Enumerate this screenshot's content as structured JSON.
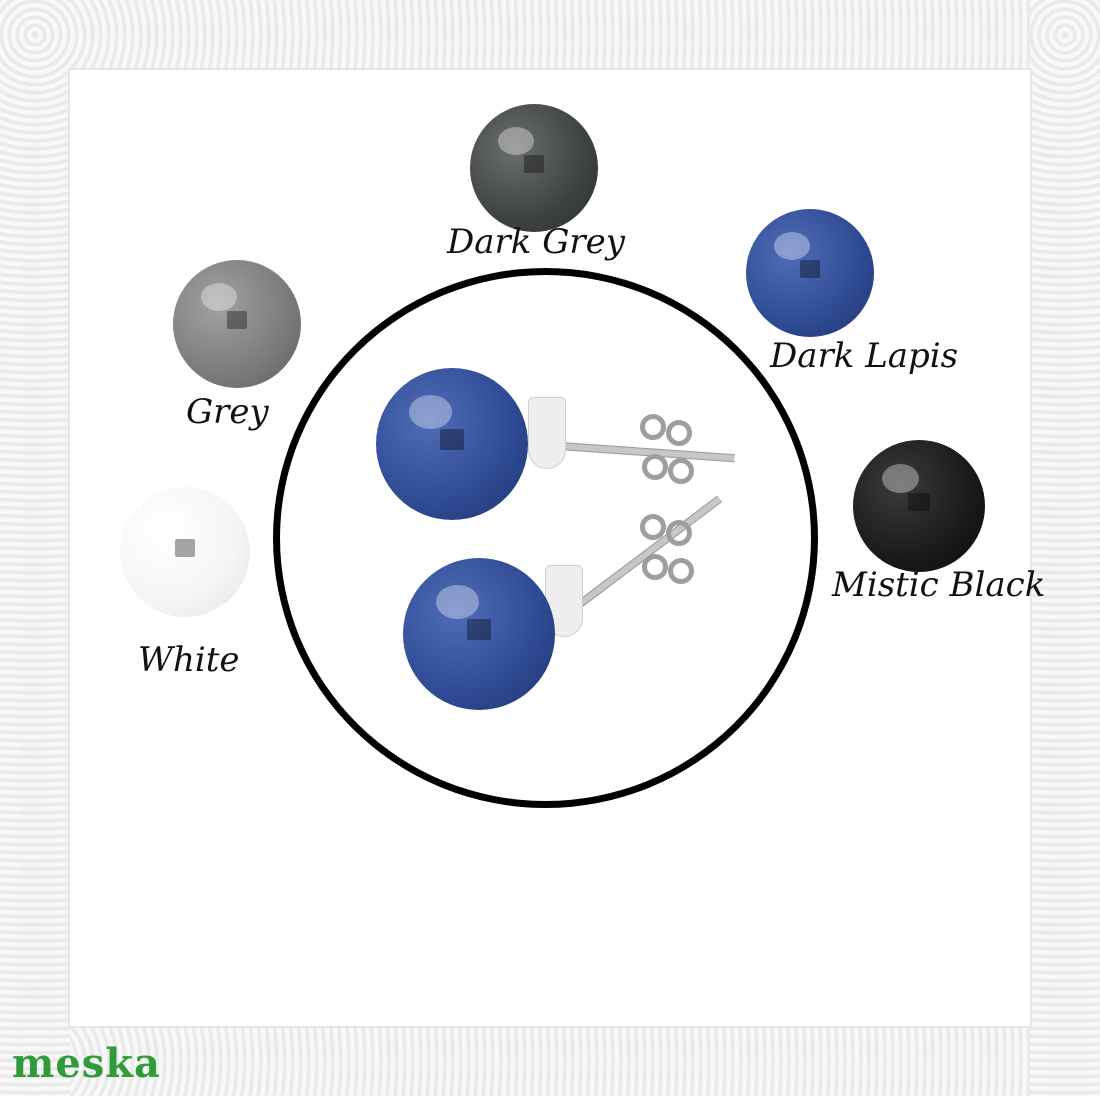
{
  "swatches": {
    "dark_grey": "Dark Grey",
    "dark_lapis": "Dark Lapis",
    "grey": "Grey",
    "mistic_black": "Mistic Black",
    "white": "White"
  },
  "brand": {
    "logo": "meska"
  },
  "colors": {
    "dark_grey": "#3f433f",
    "dark_lapis": "#2e4a93",
    "grey": "#7b7b7b",
    "mistic_black": "#1a1a1a",
    "white": "#f5f5f5",
    "brand_green": "#2f9b3a"
  }
}
